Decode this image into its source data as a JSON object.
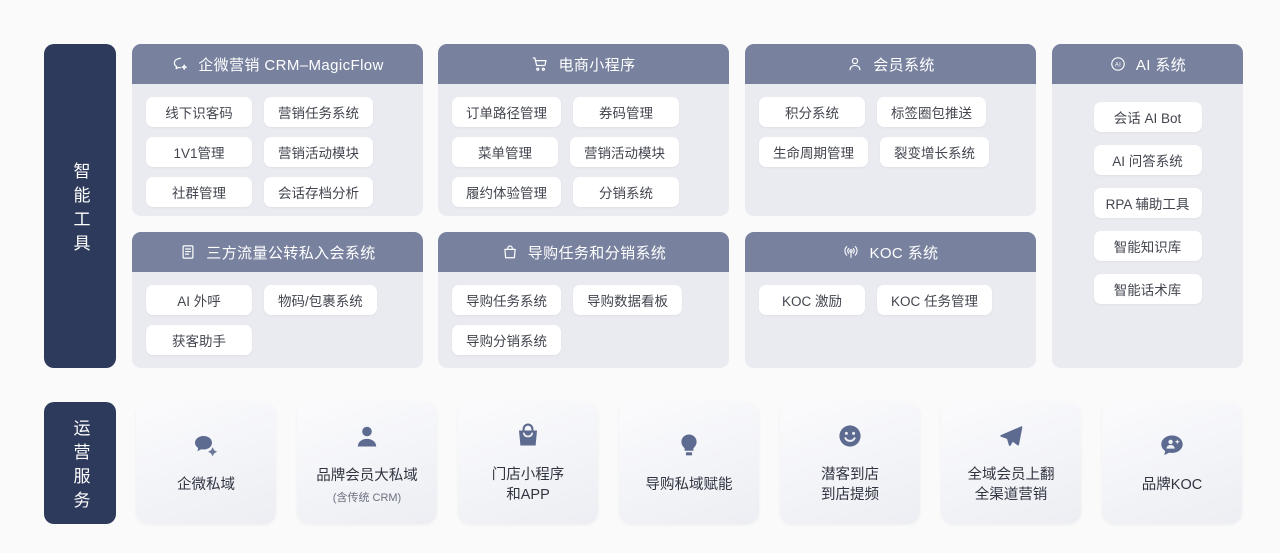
{
  "rails": [
    {
      "id": "smart-tools",
      "text": "智能工具"
    },
    {
      "id": "operation-services",
      "text": "运营服务"
    }
  ],
  "colors": {
    "page_background": "#fafafa",
    "rail_navy": "#2d3a5b",
    "card_header_blue": "#78829f",
    "card_body_gray": "#eaebf0",
    "pill_white": "#ffffff",
    "icon_blue": "#5d6b90"
  },
  "system_cards": [
    {
      "id": "crm",
      "title": "企微营销 CRM–MagicFlow",
      "icon": "chat-sparkle-icon",
      "layout": "grid",
      "items": [
        "线下识客码",
        "营销任务系统",
        "1V1管理",
        "营销活动模块",
        "社群管理",
        "会话存档分析"
      ]
    },
    {
      "id": "ecommerce-miniapp",
      "title": "电商小程序",
      "icon": "shopping-cart-icon",
      "layout": "grid",
      "items": [
        "订单路径管理",
        "券码管理",
        "菜单管理",
        "营销活动模块",
        "履约体验管理",
        "分销系统"
      ]
    },
    {
      "id": "member-system",
      "title": "会员系统",
      "icon": "user-icon",
      "layout": "grid",
      "items": [
        "积分系统",
        "标签圈包推送",
        "生命周期管理",
        "裂变增长系统"
      ]
    },
    {
      "id": "ai-system",
      "title": "AI 系统",
      "icon": "ai-circle-icon",
      "layout": "column",
      "items": [
        "会话 AI Bot",
        "AI 问答系统",
        "RPA 辅助工具",
        "智能知识库",
        "智能话术库"
      ]
    },
    {
      "id": "third-party-traffic",
      "title": "三方流量公转私入会系统",
      "icon": "document-icon",
      "layout": "grid",
      "items": [
        "AI 外呼",
        "物码/包裹系统",
        "获客助手"
      ]
    },
    {
      "id": "guide-task-distribution",
      "title": "导购任务和分销系统",
      "icon": "handbag-icon",
      "layout": "grid",
      "items": [
        "导购任务系统",
        "导购数据看板",
        "导购分销系统"
      ]
    },
    {
      "id": "koc-system",
      "title": "KOC 系统",
      "icon": "broadcast-icon",
      "layout": "grid",
      "items": [
        "KOC 激励",
        "KOC 任务管理"
      ]
    }
  ],
  "service_cards": [
    {
      "id": "qiwei-private",
      "icon": "chat-bubble-sparkle-icon",
      "label": "企微私域",
      "sub": ""
    },
    {
      "id": "brand-member-private",
      "icon": "user-solid-icon",
      "label": "品牌会员大私域",
      "sub": "(含传统 CRM)"
    },
    {
      "id": "store-miniapp",
      "icon": "handbag-solid-icon",
      "label": "门店小程序\n和APP",
      "sub": ""
    },
    {
      "id": "guide-empowerment",
      "icon": "lightbulb-icon",
      "label": "导购私域赋能",
      "sub": ""
    },
    {
      "id": "prospect-to-store",
      "icon": "smiley-icon",
      "label": "潜客到店\n到店提频",
      "sub": ""
    },
    {
      "id": "omnichannel-member",
      "icon": "paper-plane-icon",
      "label": "全域会员上翻\n全渠道营销",
      "sub": ""
    },
    {
      "id": "brand-koc",
      "icon": "chat-user-icon",
      "label": "品牌KOC",
      "sub": ""
    }
  ]
}
